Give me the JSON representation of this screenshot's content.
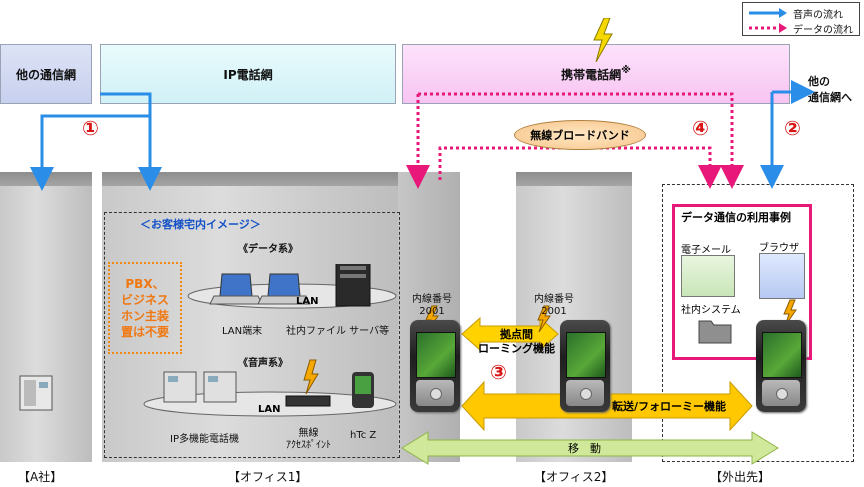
{
  "legend": {
    "voice": "音声の流れ",
    "data": "データの流れ",
    "voice_color": "#2a8ee8",
    "data_color": "#e8187a"
  },
  "networks": {
    "other": "他の通信網",
    "ip": "IP電話網",
    "mobile": "携帯電話網",
    "mobile_note": "※",
    "external_label": "他の\n通信網へ"
  },
  "markers": [
    "①",
    "②",
    "③",
    "④"
  ],
  "wireless_broadband": "無線ブロードバンド",
  "office1": {
    "customer_image": "＜お客様宅内イメージ＞",
    "data_section": "《データ系》",
    "voice_section": "《音声系》",
    "lan": "LAN",
    "lan_terminal": "LAN端末",
    "file_server": "社内ファイル サーバ等",
    "pbx_note": "PBX、\nビジネス\nホン主装\n置は不要",
    "ip_phone": "IP多機能電話機",
    "wireless_ap": "無線\nｱｸｾｽﾎﾟｲﾝﾄ",
    "htc_z": "hTc Z"
  },
  "extension": "内線番号\n2001",
  "roaming": "拠点間\nローミング機能",
  "forwarding": "転送/フォローミー機能",
  "movement": "移　動",
  "usecase": {
    "title": "データ通信の利用事例",
    "email": "電子メール",
    "browser": "ブラウザ",
    "internal_system": "社内システム"
  },
  "locations": {
    "a": "【A社】",
    "office1": "【オフィス1】",
    "office2": "【オフィス2】",
    "outside": "【外出先】"
  }
}
